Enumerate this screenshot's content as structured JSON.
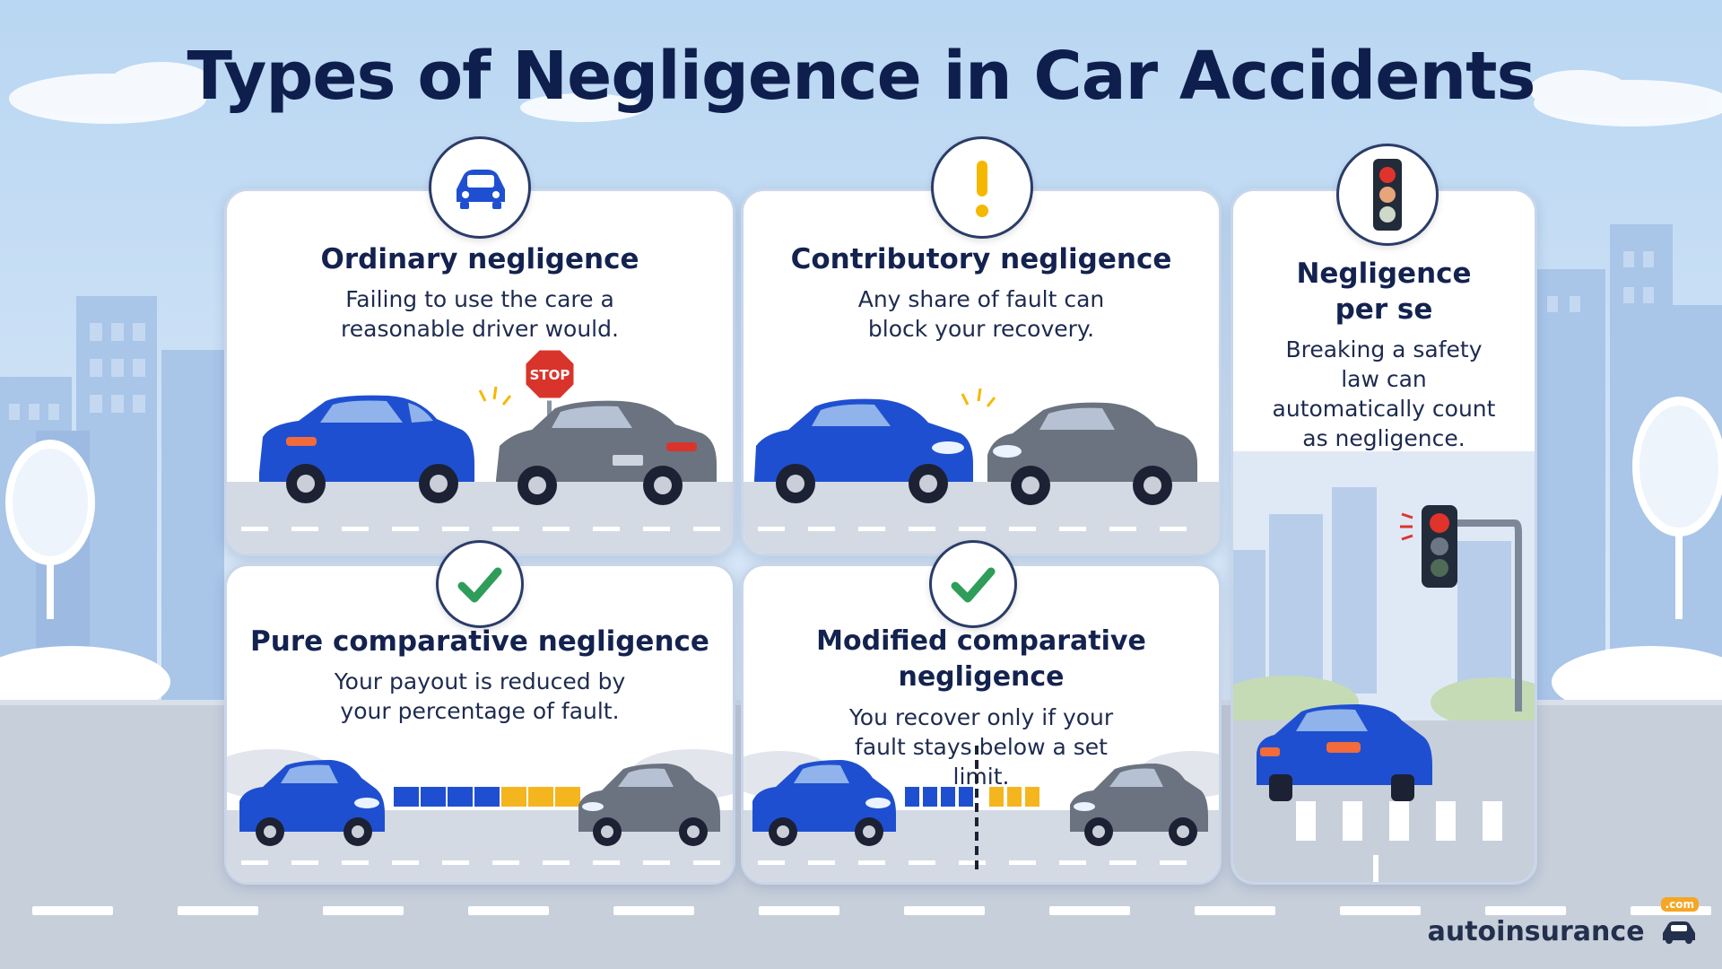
{
  "title": "Types of Negligence in Car Accidents",
  "cards": [
    {
      "title": "Ordinary negligence",
      "description": "Failing to use the care a reasonable driver would.",
      "icon": "car-icon",
      "sign_text": "STOP"
    },
    {
      "title": "Contributory negligence",
      "description": "Any share of fault can block your recovery.",
      "icon": "exclamation-icon"
    },
    {
      "title": "Negligence per se",
      "description": "Breaking a safety law can automatically count as negligence.",
      "icon": "traffic-light-icon"
    },
    {
      "title": "Pure comparative negligence",
      "description": "Your payout is reduced by your percentage of fault.",
      "icon": "checkmark-icon",
      "fault_bar": {
        "blue_segments": 4,
        "yellow_segments": 3
      }
    },
    {
      "title": "Modified comparative negligence",
      "description": "You recover only if your fault stays below a set limit.",
      "icon": "checkmark-icon",
      "fault_bar": {
        "blue_segments": 4,
        "yellow_segments": 3
      }
    }
  ],
  "brand": {
    "name": "autoinsurance",
    "suffix": ".com"
  },
  "colors": {
    "title": "#0f1f4d",
    "car_blue": "#1f4fd1",
    "car_gray": "#6b7380",
    "fault_yellow": "#f5b51e",
    "check_green": "#2e9d5a",
    "warning_yellow": "#f5b800",
    "stop_red": "#d9342b"
  }
}
